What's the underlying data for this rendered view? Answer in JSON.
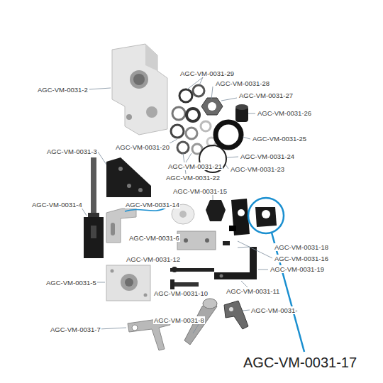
{
  "diagram": {
    "labels": [
      "AGC-VM-0031-2",
      "AGC-VM-0031-29",
      "AGC-VM-0031-28",
      "AGC-VM-0031-27",
      "AGC-VM-0031-26",
      "AGC-VM-0031-25",
      "AGC-VM-0031-20",
      "AGC-VM-0031-3",
      "AGC-VM-0031-24",
      "AGC-VM-0031-21",
      "AGC-VM-0031-23",
      "AGC-VM-0031-22",
      "AGC-VM-0031-15",
      "AGC-VM-0031-4",
      "AGC-VM-0031-14",
      "AGC-VM-0031-6",
      "AGC-VM-0031-18",
      "AGC-VM-0031-12",
      "AGC-VM-0031-16",
      "AGC-VM-0031-19",
      "AGC-VM-0031-5",
      "AGC-VM-0031-10",
      "AGC-VM-0031-11",
      "AGC-VM-0031-",
      "AGC-VM-0031-8",
      "AGC-VM-0031-7",
      "AGC-VM-0031-17"
    ]
  }
}
